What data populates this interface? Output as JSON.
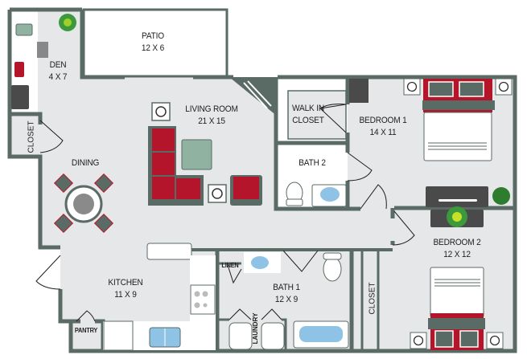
{
  "floor_plan": {
    "colors": {
      "wall": "#5a6b66",
      "floor": "#e6e7e8",
      "exterior_floor": "#ffffff",
      "furniture_red": "#b5152b",
      "furniture_green": "#8fb3a0",
      "dark_gray": "#4a4a4a",
      "water_blue": "#8fc3e6",
      "plant_green": "#2e8b2e"
    },
    "rooms": [
      {
        "name": "PATIO",
        "dims": "12 X 6"
      },
      {
        "name": "DEN",
        "dims": "4 X 7"
      },
      {
        "name": "LIVING ROOM",
        "dims": "21 X 15"
      },
      {
        "name": "DINING",
        "dims": ""
      },
      {
        "name": "KITCHEN",
        "dims": "11 X 9"
      },
      {
        "name": "BATH 1",
        "dims": "12 X 9"
      },
      {
        "name": "BATH 2",
        "dims": ""
      },
      {
        "name": "WALK IN CLOSET",
        "dims": ""
      },
      {
        "name": "BEDROOM 1",
        "dims": "14 X 11"
      },
      {
        "name": "BEDROOM 2",
        "dims": "12 X 12"
      }
    ],
    "small_labels": {
      "closet_den": "CLOSET",
      "closet_bedroom2": "CLOSET",
      "linen": "LINEN",
      "laundry": "LAUNDRY",
      "pantry": "PANTRY",
      "walk_in_line1": "WALK IN",
      "walk_in_line2": "CLOSET"
    }
  }
}
